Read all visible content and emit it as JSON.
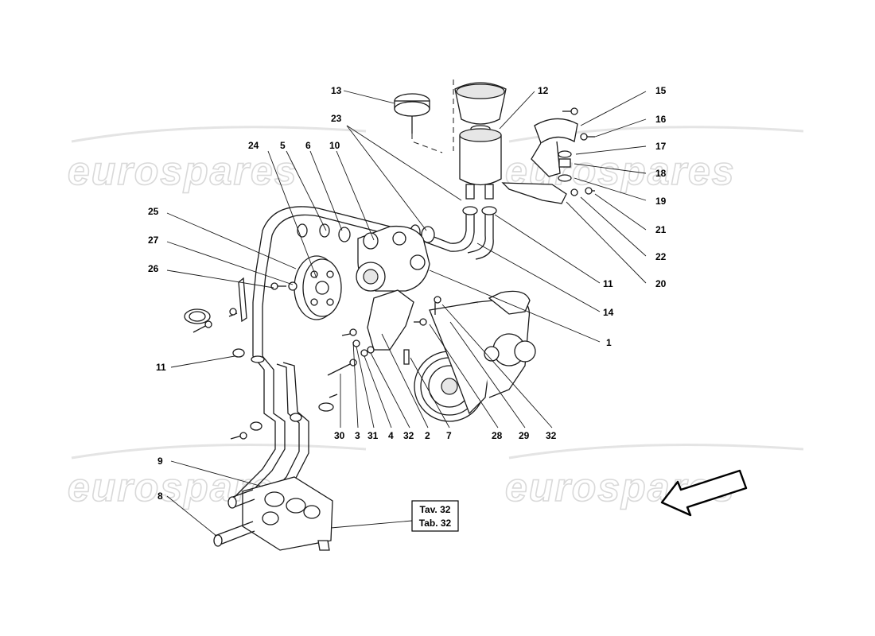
{
  "watermark": {
    "text": "eurospares"
  },
  "callouts": {
    "c1": "1",
    "c2": "2",
    "c3": "3",
    "c4": "4",
    "c5": "5",
    "c6": "6",
    "c7": "7",
    "c8": "8",
    "c9": "9",
    "c10": "10",
    "c11a": "11",
    "c11b": "11",
    "c12": "12",
    "c13": "13",
    "c14": "14",
    "c15": "15",
    "c16": "16",
    "c17": "17",
    "c18": "18",
    "c19": "19",
    "c20": "20",
    "c21": "21",
    "c22": "22",
    "c23": "23",
    "c24": "24",
    "c25": "25",
    "c26": "26",
    "c27": "27",
    "c28": "28",
    "c29": "29",
    "c30": "30",
    "c31": "31",
    "c32a": "32",
    "c32b": "32"
  },
  "reference_box": {
    "line1": "Tav. 32",
    "line2": "Tab. 32"
  },
  "colors": {
    "line": "#1a1a1a",
    "watermark": "#d9d9d9",
    "background": "#ffffff"
  }
}
